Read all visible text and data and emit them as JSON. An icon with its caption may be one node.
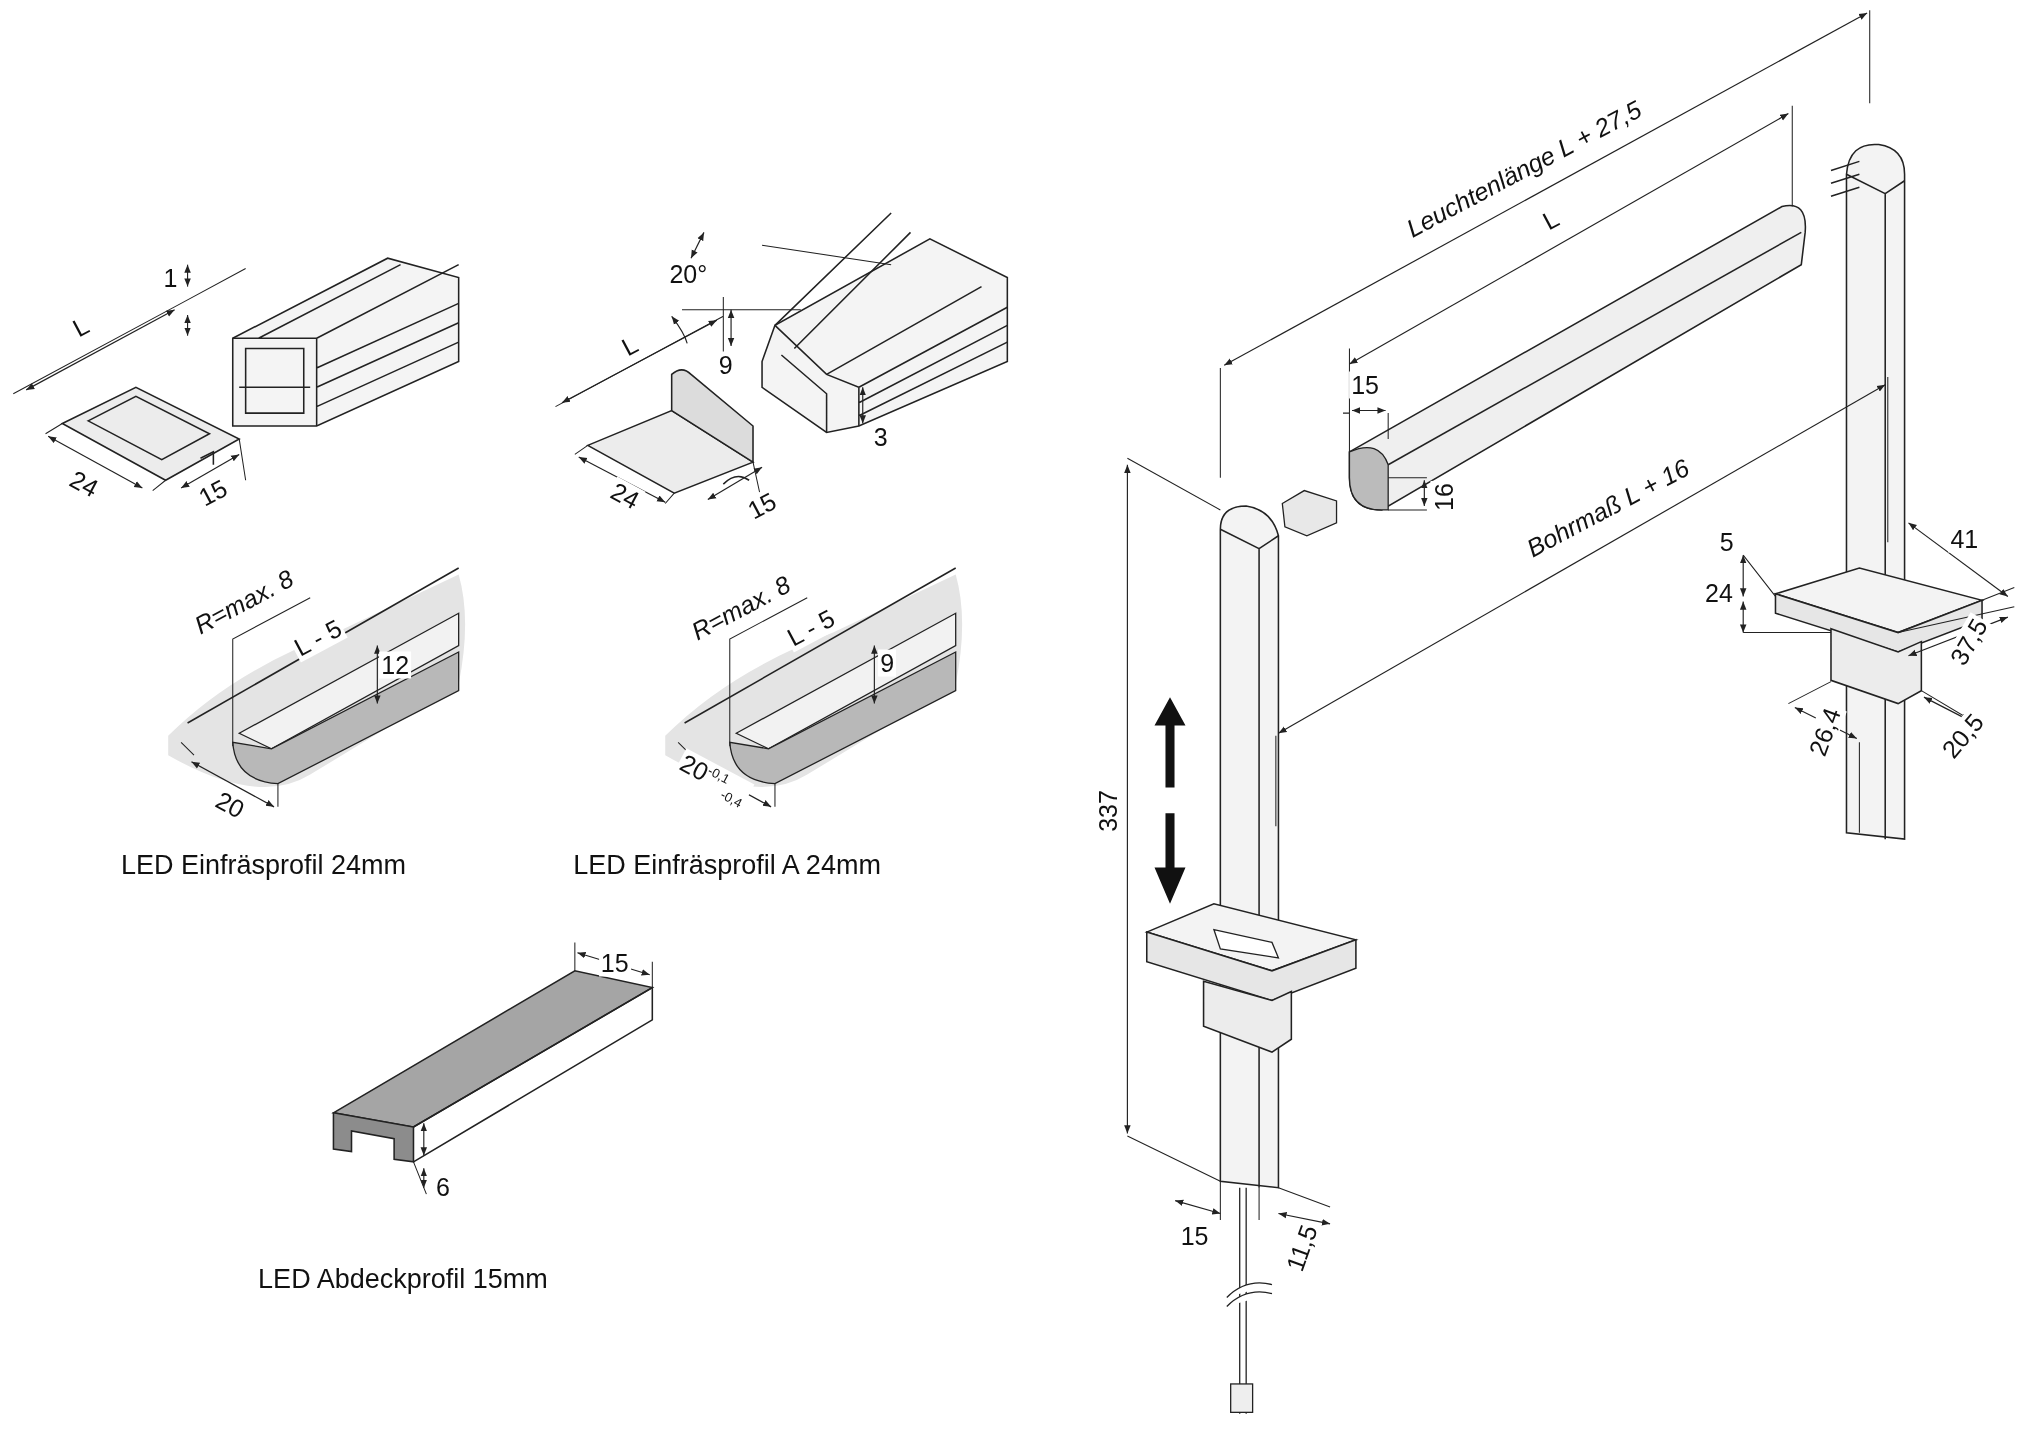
{
  "diagram": {
    "labels": [
      "1",
      "L",
      "24",
      "15",
      "20°",
      "L",
      "9",
      "3",
      "24",
      "15",
      "R=max. 8",
      "L - 5",
      "12",
      "20",
      "R=max. 8",
      "L - 5",
      "9",
      "20$^{-0,1}$$_{-0,4}$",
      "LED Einfräsprofil 24mm",
      "LED Einfräsprofil A 24mm",
      "15",
      "6",
      "LED Abdeckprofil 15mm",
      "Leuchtenlänge L + 27,5",
      "L",
      "15",
      "16",
      "Bohrmaß L + 16",
      "337",
      "5",
      "24",
      "41",
      "37,5",
      "26,4",
      "20,5",
      "15",
      "11,5"
    ]
  }
}
